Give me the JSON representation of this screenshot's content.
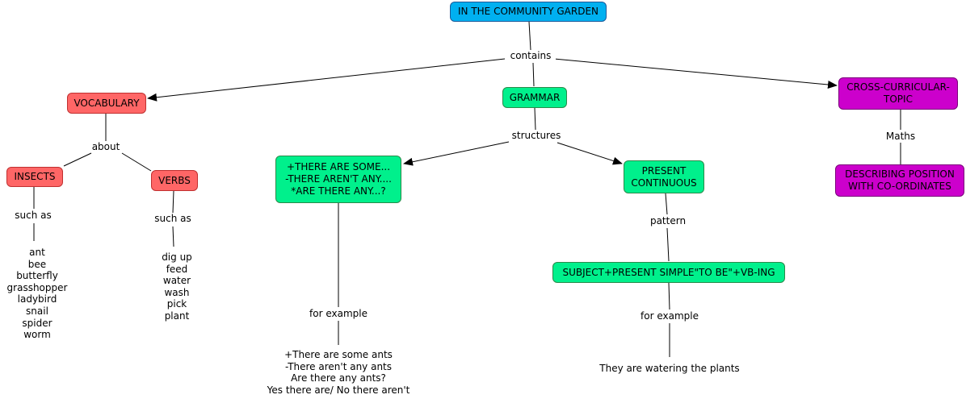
{
  "nodes": {
    "root": "IN THE COMMUNITY GARDEN",
    "vocabulary": "VOCABULARY",
    "grammar": "GRAMMAR",
    "cross": "CROSS-CURRICULAR-\nTOPIC",
    "insects": "INSECTS",
    "verbs": "VERBS",
    "there_are": "+THERE ARE SOME...\n-THERE AREN'T ANY....\n*ARE THERE ANY...?",
    "present_continuous": "PRESENT\nCONTINUOUS",
    "pattern": "SUBJECT+PRESENT SIMPLE\"TO BE\"+VB-ING",
    "describing": "DESCRIBING POSITION\nWITH CO-ORDINATES"
  },
  "link_labels": {
    "contains": "contains",
    "about": "about",
    "structures": "structures",
    "maths": "Maths",
    "such_as_insects": "such as",
    "such_as_verbs": "such as",
    "pattern": "pattern",
    "for_example_there": "for example",
    "for_example_pc": "for example"
  },
  "texts": {
    "insects_list": "ant\nbee\nbutterfly\ngrasshopper\nladybird\nsnail\nspider\nworm",
    "verbs_list": "dig up\nfeed\nwater\nwash\npick\nplant",
    "there_examples": "+There are some ants\n-There aren't any ants\nAre there any ants?\nYes there are/ No there aren't",
    "pc_example": "They are watering the plants"
  },
  "colors": {
    "root": "#00b0f0",
    "vocabulary_branch": "#ff6666",
    "grammar_branch": "#00f08c",
    "cross_branch": "#cc00cc"
  }
}
